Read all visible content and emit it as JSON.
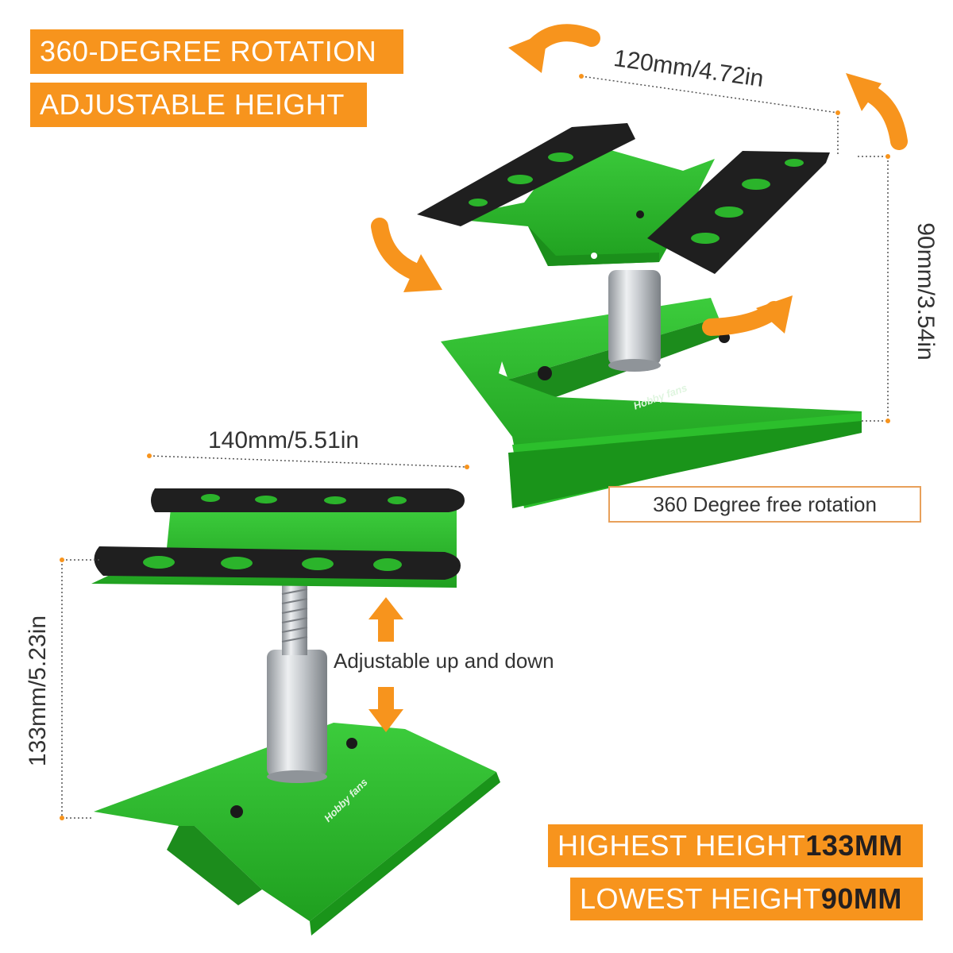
{
  "banners": {
    "rotation": "360-DEGREE ROTATION",
    "height": "ADJUSTABLE HEIGHT",
    "highest_label": "HIGHEST HEIGHT",
    "highest_value": "133MM",
    "lowest_label": "LOWEST HEIGHT",
    "lowest_value": "90MM"
  },
  "dimensions": {
    "top_width": "120mm/4.72in",
    "top_height": "90mm/3.54in",
    "bottom_width": "140mm/5.51in",
    "bottom_height": "133mm/5.23in"
  },
  "captions": {
    "rotation": "360 Degree free rotation",
    "adjust": "Adjustable up and down"
  },
  "brand": "Hobby fans",
  "colors": {
    "accent": "#f7941d",
    "stand_green": "#27b427",
    "pad_black": "#1f1f1f",
    "post_silver": "#bfc3c7"
  }
}
